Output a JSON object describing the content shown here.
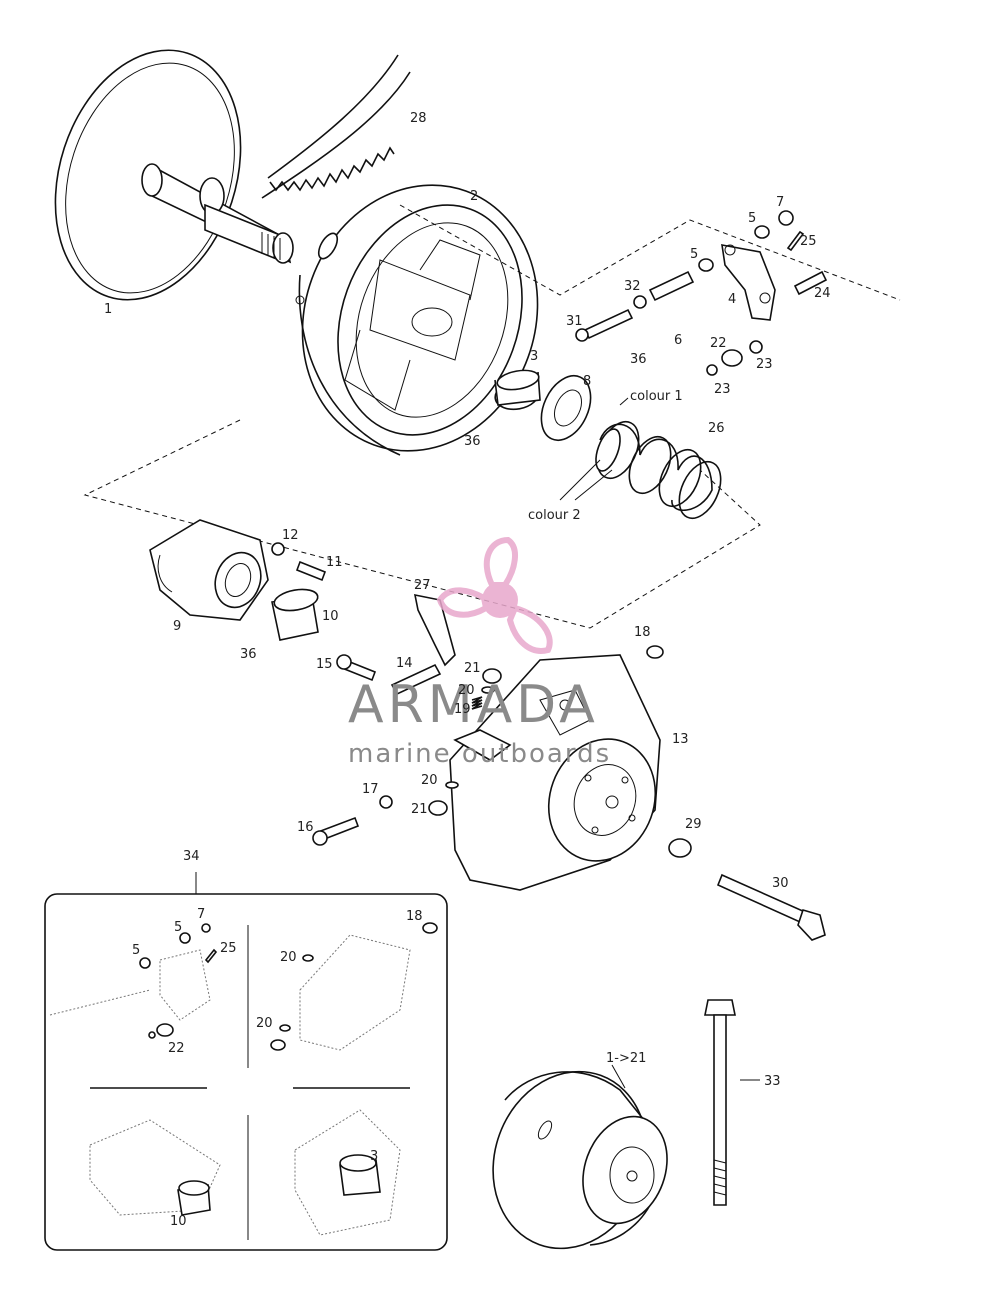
{
  "callouts": {
    "p1": "1",
    "p2": "2",
    "p3": "3",
    "p4": "4",
    "p5a": "5",
    "p5b": "5",
    "p6": "6",
    "p7": "7",
    "p8": "8",
    "p9": "9",
    "p10": "10",
    "p11": "11",
    "p12": "12",
    "p13": "13",
    "p14": "14",
    "p15": "15",
    "p16": "16",
    "p17": "17",
    "p18": "18",
    "p19": "19",
    "p20a": "20",
    "p20b": "20",
    "p21a": "21",
    "p21b": "21",
    "p22": "22",
    "p23a": "23",
    "p23b": "23",
    "p24": "24",
    "p25": "25",
    "p26": "26",
    "p27": "27",
    "p28": "28",
    "p29": "29",
    "p30": "30",
    "p31": "31",
    "p32": "32",
    "p33": "33",
    "p34": "34",
    "p36a": "36",
    "p36b": "36",
    "p36c": "36",
    "colour1": "colour 1",
    "colour2": "colour 2",
    "range": "1->21"
  },
  "inset": {
    "p5a": "5",
    "p5b": "5",
    "p7": "7",
    "p25": "25",
    "p22": "22",
    "p18": "18",
    "p20a": "20",
    "p20b": "20",
    "p10": "10",
    "p3": "3"
  },
  "watermark": {
    "title": "ARMADA",
    "subtitle": "marine outboards",
    "logo_color": "#e8a8cc"
  }
}
